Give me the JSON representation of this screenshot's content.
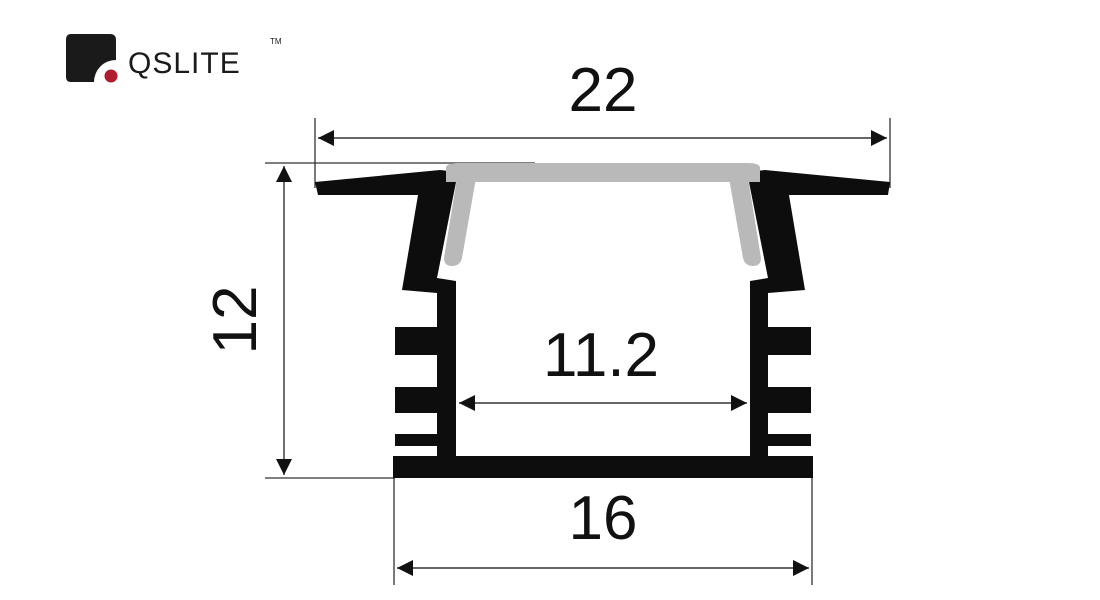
{
  "brand": {
    "name": "QSLITE",
    "trademark": "TM",
    "logo_color": "#1a1a1a",
    "dot_color": "#b01c2e"
  },
  "colors": {
    "profile": "#0d0d0d",
    "diffuser": "#b9b9b9",
    "dimension_line": "#333333"
  },
  "dimensions": {
    "top_width": "22",
    "height": "12",
    "inner_width": "11.2",
    "bottom_width": "16"
  }
}
